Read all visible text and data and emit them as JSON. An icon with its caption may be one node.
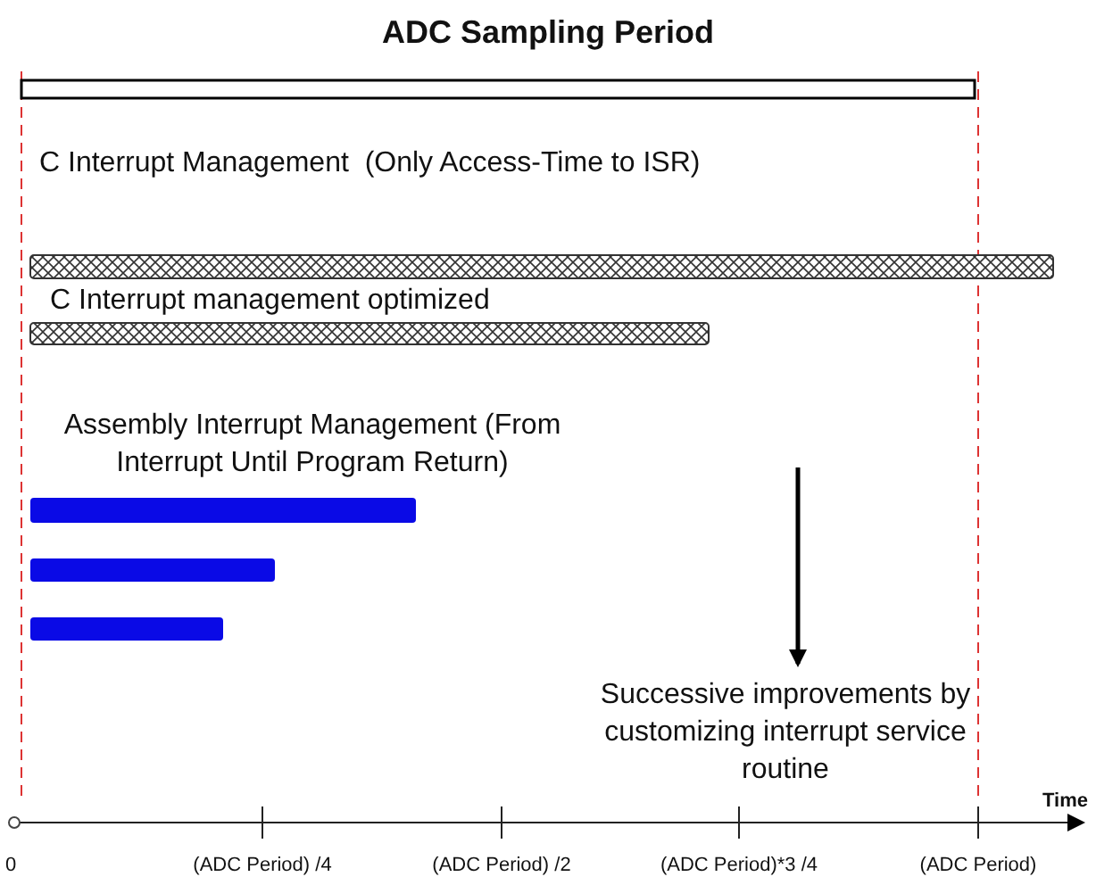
{
  "diagram": {
    "title": "ADC Sampling Period",
    "nodes": [
      {
        "text": [],
        "shape": "bar"
      },
      {
        "text": [],
        "shape": "bar"
      },
      {
        "text": [],
        "shape": "bar"
      },
      {
        "text": [],
        "shape": "bar"
      },
      {
        "text": [],
        "shape": "bar"
      },
      {
        "text": [],
        "shape": "bar"
      }
    ],
    "labels": [
      "C Interrupt Management  (Only Access-Time to ISR)",
      "C Interrupt management optimized",
      "Assembly Interrupt Management (From Interrupt Until Program Return)",
      "Successive improvements by customizing interrupt service routine",
      "Time",
      "0",
      "(ADC Period) /4",
      "(ADC Period) /2",
      "(ADC Period)*3 /4",
      "(ADC Period)"
    ]
  }
}
